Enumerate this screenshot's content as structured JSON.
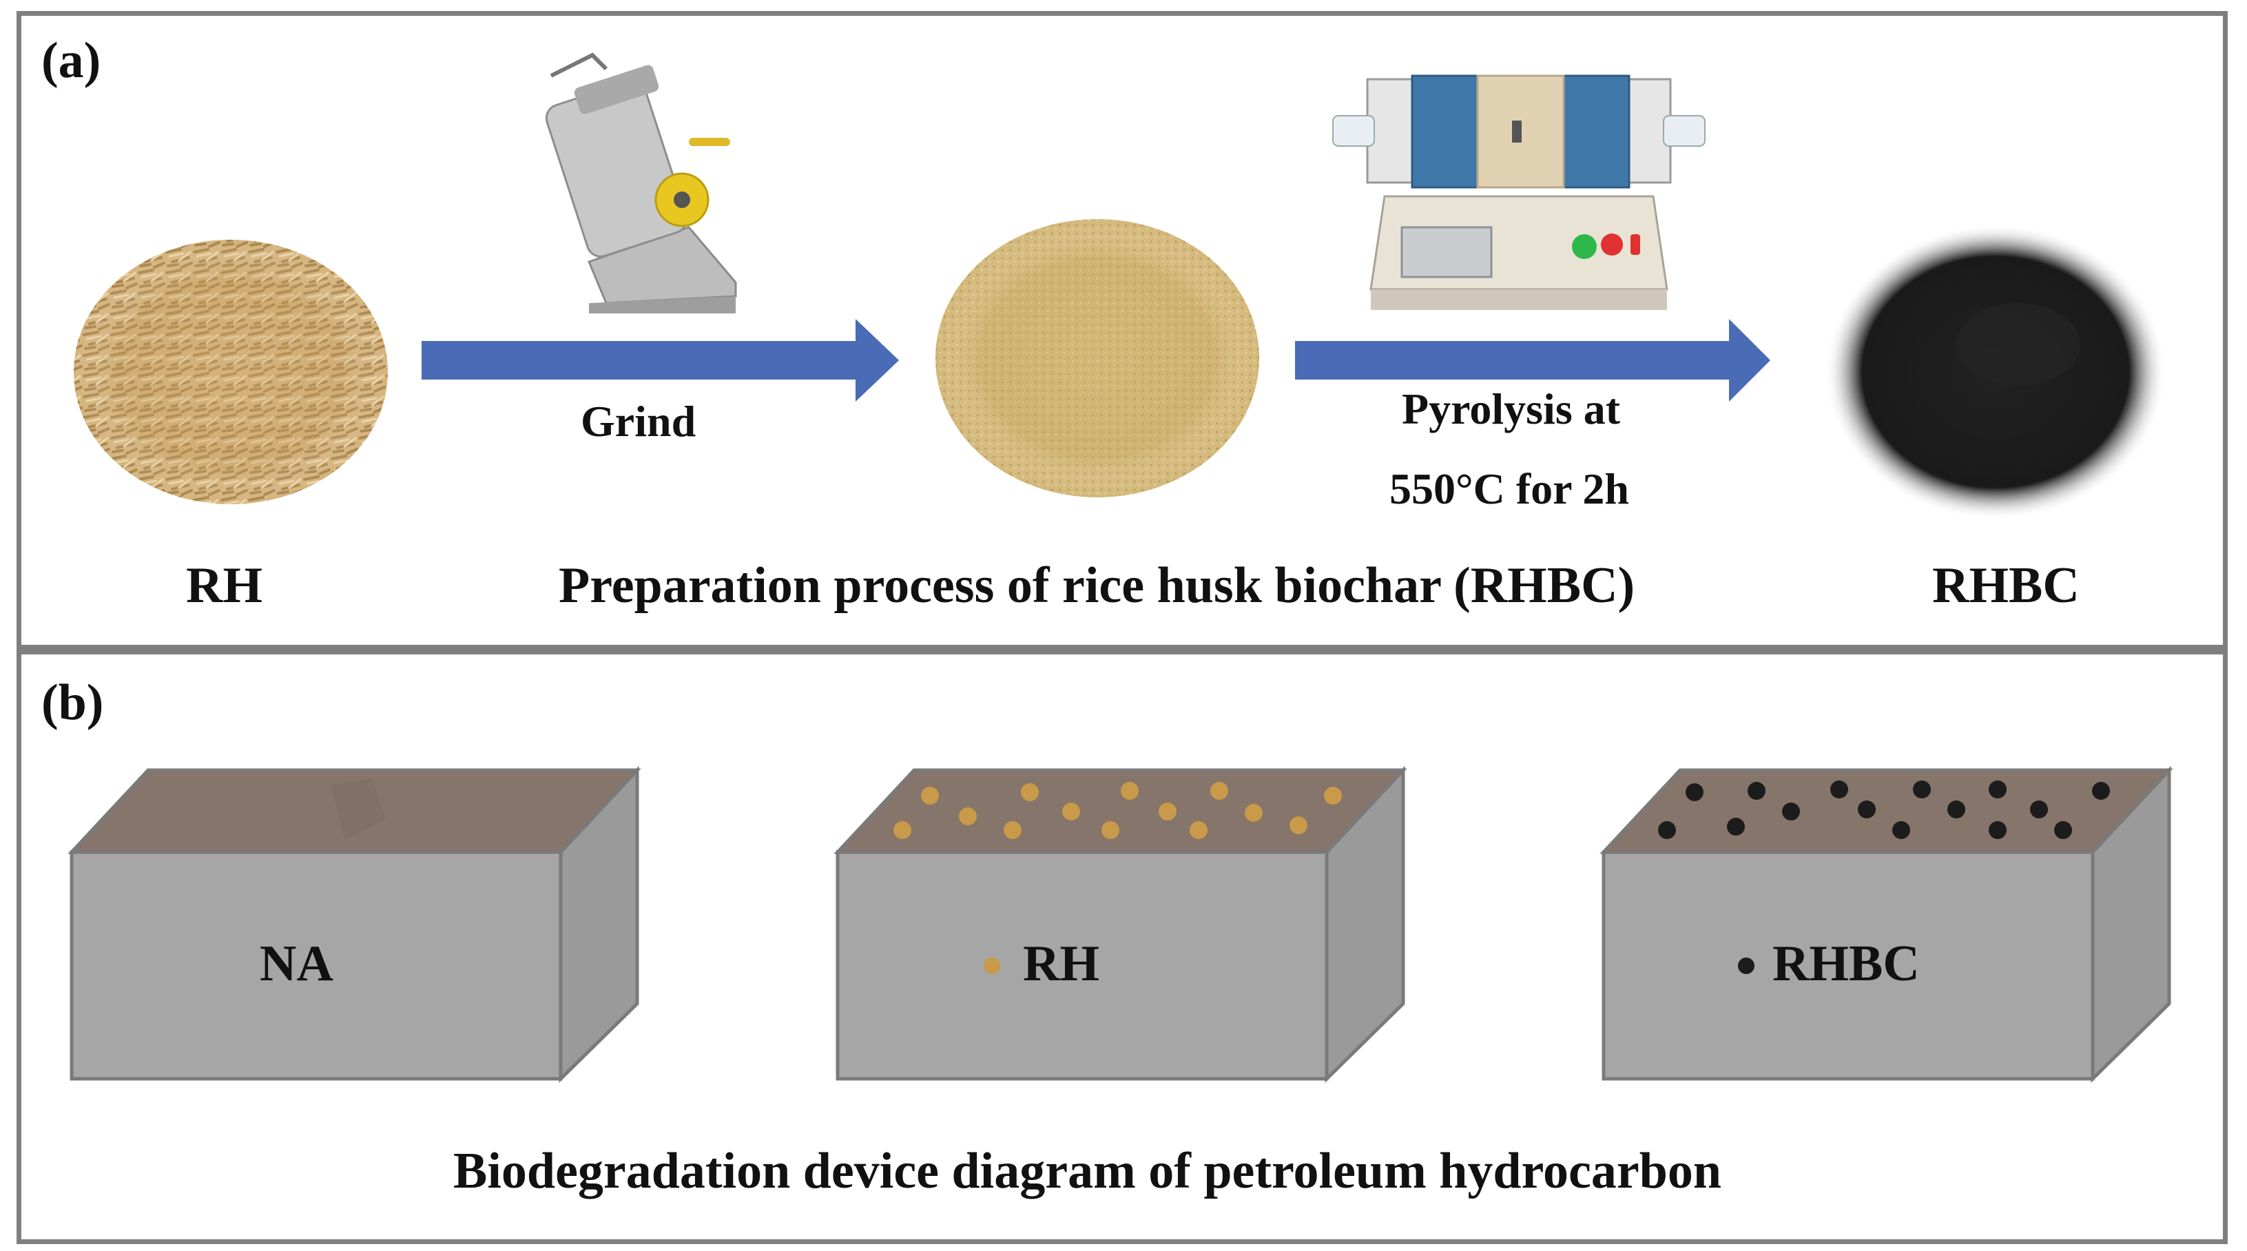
{
  "panel_a": {
    "label": "(a)",
    "items": {
      "rh": "RH",
      "rhbc": "RHBC"
    },
    "steps": {
      "grind": "Grind",
      "pyrolysis_line1": "Pyrolysis at",
      "pyrolysis_line2": "550°C for 2h"
    },
    "caption": "Preparation process of rice husk biochar (RHBC)"
  },
  "panel_b": {
    "label": "(b)",
    "boxes": [
      {
        "label": "NA"
      },
      {
        "label": "RH"
      },
      {
        "label": "RHBC"
      }
    ],
    "caption": "Biodegradation device diagram of petroleum hydrocarbon"
  },
  "colors": {
    "arrow": "#4a6bb5",
    "soil": "#86756a",
    "box_front": "#a6a6a6",
    "box_side": "#9a9a9a",
    "rh_particle": "#c89a4a",
    "rhbc_particle": "#1c1c1c",
    "panel_border": "#7f7f7f"
  }
}
